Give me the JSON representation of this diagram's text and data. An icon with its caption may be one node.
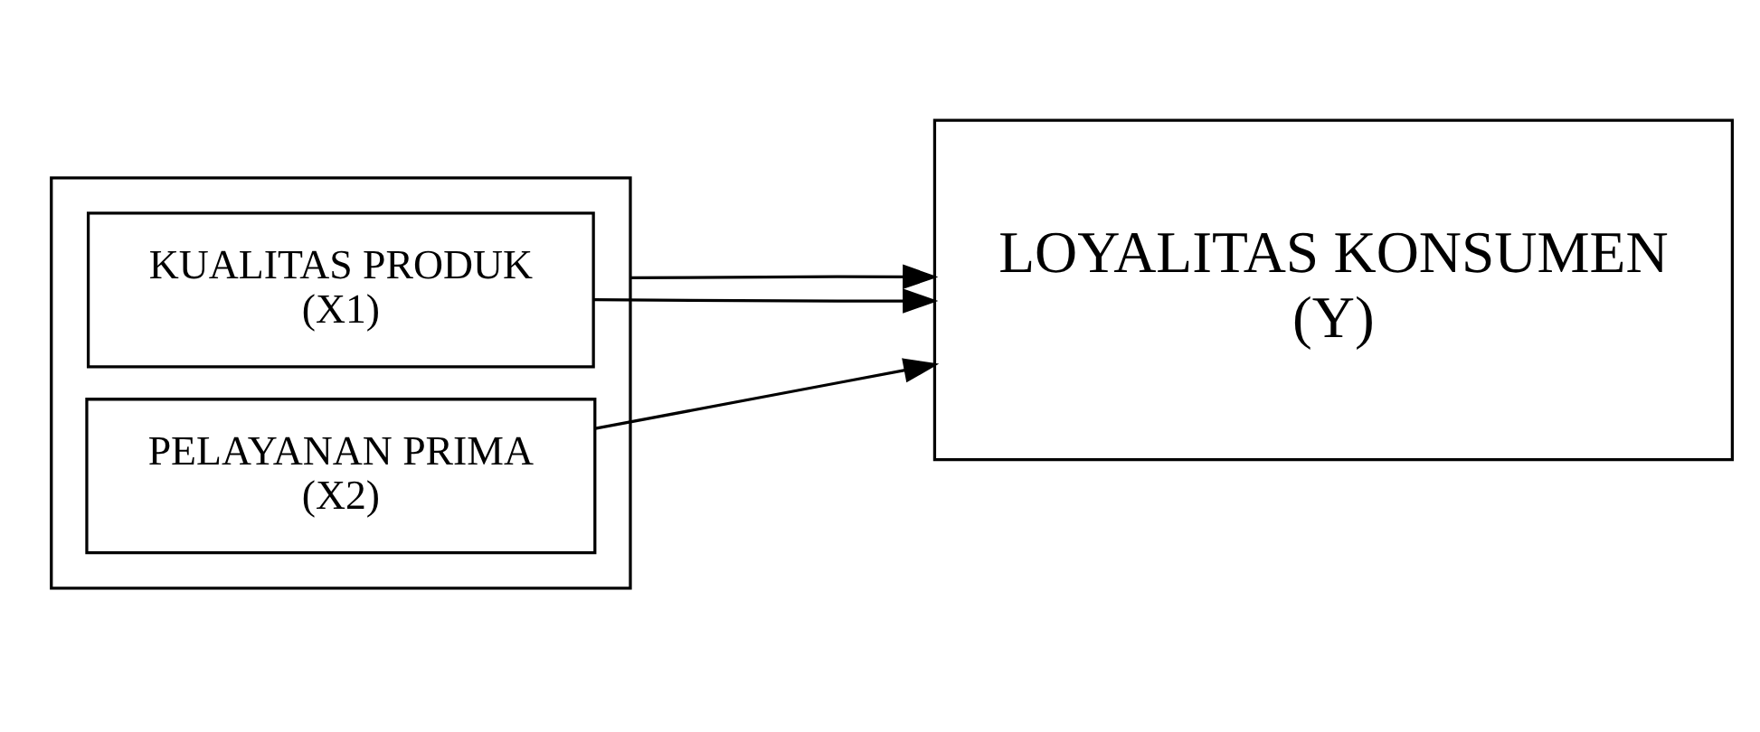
{
  "diagram": {
    "nodes": [
      {
        "text": [],
        "shape": "box"
      },
      {
        "text": [
          "KUALITAS PRODUK",
          "(X1)"
        ],
        "in": 0
      },
      {
        "text": [
          "PELAYANAN PRIMA",
          "(X2)"
        ],
        "in": 0
      },
      {
        "text": [
          "LOYALITAS KONSUMEN",
          "(Y)"
        ]
      }
    ],
    "edges": [
      {
        "from": 1,
        "to": 3,
        "arrow": "to"
      },
      {
        "from": 0,
        "to": 3,
        "arrow": "to"
      },
      {
        "from": 2,
        "to": 3,
        "arrow": "to"
      }
    ]
  }
}
